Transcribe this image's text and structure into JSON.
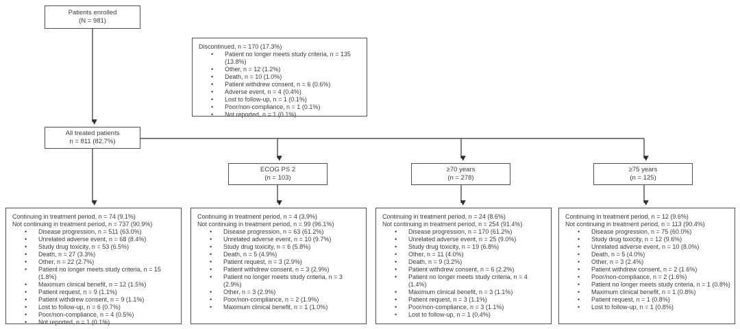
{
  "colors": {
    "box_border": "#4d4d4d",
    "text": "#3b3b3b",
    "connector": "#2e2e2e",
    "background": "#ffffff"
  },
  "enrolled": {
    "line1": "Patients enrolled",
    "line2": "(N = 981)"
  },
  "discontinued": {
    "title": "Discontinued, n = 170 (17.3%)",
    "items": [
      "Patient no longer meets study criteria, n = 135 (13.8%)",
      "Other, n = 12 (1.2%)",
      "Death, n = 10 (1.0%)",
      "Patient withdrew consent, n = 6 (0.6%)",
      "Adverse event, n = 4 (0.4%)",
      "Lost to follow-up, n = 1 (0.1%)",
      "Poor/non-compliance, n = 1 (0.1%)",
      "Not reported, n = 1 (0.1%)"
    ]
  },
  "treated": {
    "line1": "All treated patients",
    "line2": "n = 811 (82.7%)"
  },
  "subgroups": [
    {
      "line1": "ECOG PS 2",
      "line2": "(n = 103)"
    },
    {
      "line1": "≥70 years",
      "line2": "(n = 278)"
    },
    {
      "line1": "≥75 years",
      "line2": "(n = 125)"
    }
  ],
  "outcomes": [
    {
      "continuing": "Continuing in treatment period, n = 74 (9.1%)",
      "not_continuing": "Not continuing in treatment period, n = 737 (90.9%)",
      "items": [
        "Disease progression, n = 511 (63.0%)",
        "Unrelated adverse event, n = 68 (8.4%)",
        "Study drug toxicity, n = 53 (6.5%)",
        "Death, n = 27 (3.3%)",
        "Other, n = 22 (2.7%)",
        "Patient no longer meets study criteria, n = 15 (1.8%)",
        "Maximum clinical benefit, n = 12 (1.5%)",
        "Patient request, n = 9 (1.1%)",
        "Patient withdrew consent, n = 9 (1.1%)",
        "Lost to follow-up, n = 6 (0.7%)",
        "Poor/non-compliance, n = 4 (0.5%)",
        "Not reported, n = 1 (0.1%)"
      ]
    },
    {
      "continuing": "Continuing in treatment period, n = 4 (3.9%)",
      "not_continuing": "Not continuing in treatment period, n = 99 (96.1%)",
      "items": [
        "Disease progression, n = 63 (61.2%)",
        "Unrelated adverse event, n = 10 (9.7%)",
        "Study drug toxicity, n = 6 (5.8%)",
        "Death, n = 5 (4.9%)",
        "Patient request, n = 3 (2.9%)",
        "Patient withdrew consent, n = 3 (2.9%)",
        "Patient no longer meets study criteria, n = 3 (2.9%)",
        "Other, n = 3 (2.9%)",
        "Poor/non-compliance, n = 2 (1.9%)",
        "Maximum clinical benefit, n = 1 (1.0%)"
      ]
    },
    {
      "continuing": "Continuing in treatment period, n = 24 (8.6%)",
      "not_continuing": "Not continuing in treatment period, n = 254 (91.4%)",
      "items": [
        "Disease progression, n = 170 (61.2%)",
        "Unrelated adverse event, n = 25 (9.0%)",
        "Study drug toxicity, n = 19 (6.8%)",
        "Other, n = 11 (4.0%)",
        "Death, n = 9 (3.2%)",
        "Patient withdrew consent, n = 6 (2.2%)",
        "Patient no longer meets study criteria, n = 4 (1.4%)",
        "Maximum clinical benefit, n = 3 (1.1%)",
        "Patient request, n = 3 (1.1%)",
        "Poor/non-compliance, n = 3 (1.1%)",
        "Lost to follow-up, n = 1 (0.4%)"
      ]
    },
    {
      "continuing": "Continuing in treatment period, n = 12 (9.6%)",
      "not_continuing": "Not continuing in treatment period, n = 113 (90.4%)",
      "items": [
        "Disease progression, n = 75 (60.0%)",
        "Study drug toxicity, n = 12 (9.6%)",
        "Unrelated adverse event, n = 10 (8.0%)",
        "Death, n = 5 (4.0%)",
        "Other, n = 3 (2.4%)",
        "Patient withdrew consent, n = 2 (1.6%)",
        "Poor/non-compliance, n = 2 (1.6%)",
        "Patient no longer meets study criteria, n = 1 (0.8%)",
        "Maximum clinical benefit, n = 1 (0.8%)",
        "Patient request, n = 1 (0.8%)",
        "Lost to follow-up, n = 1 (0.8%)"
      ]
    }
  ]
}
